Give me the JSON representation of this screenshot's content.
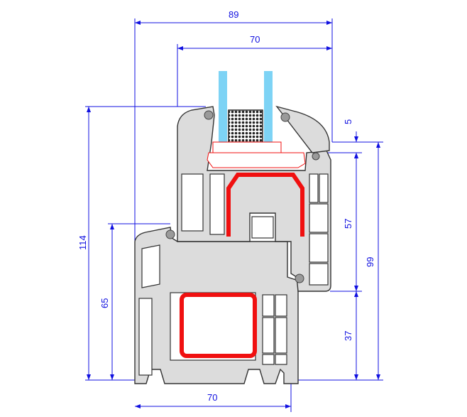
{
  "diagram": {
    "title": "Window profile cross-section",
    "dimensions": {
      "overall_depth": "89",
      "sash_depth": "70",
      "frame_depth": "70",
      "total_height": "114",
      "frame_height": "65",
      "glass_rebate": "5",
      "sash_visible": "57",
      "sash_height": "99",
      "frame_visible": "37"
    },
    "colors": {
      "dimension": "#1010e0",
      "reinforcement": "#f01010",
      "glass": "#7dd3f5",
      "pvc": "#dcdcdc"
    }
  }
}
